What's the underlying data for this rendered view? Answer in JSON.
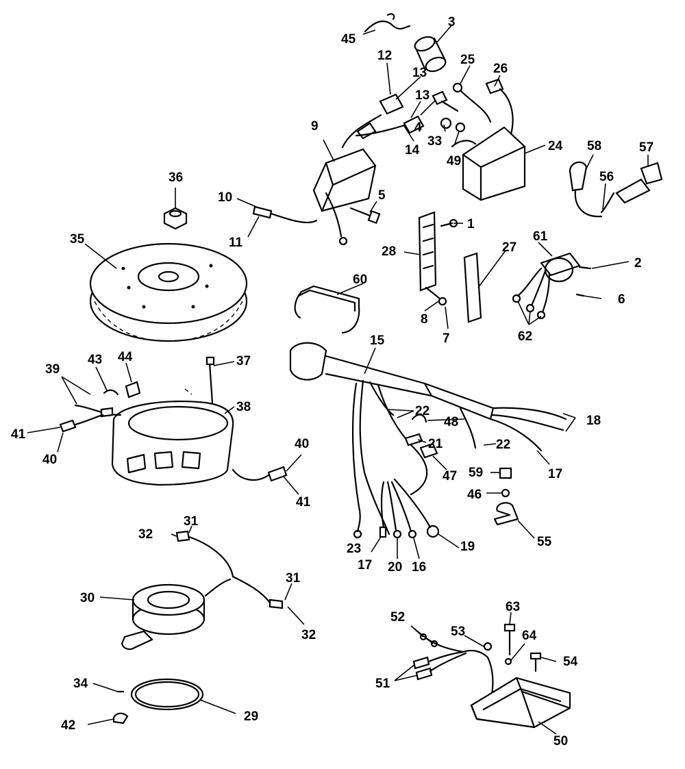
{
  "callouts": {
    "c1": "1",
    "c2": "2",
    "c3": "3",
    "c4": "4",
    "c5": "5",
    "c6": "6",
    "c7": "7",
    "c8": "8",
    "c9": "9",
    "c10a": "10",
    "c11": "11",
    "c12": "12",
    "c13a": "13",
    "c13b": "13",
    "c14": "14",
    "c15": "15",
    "c16": "16",
    "c17a": "17",
    "c17b": "17",
    "c18": "18",
    "c19": "19",
    "c20": "20",
    "c21": "21",
    "c22a": "22",
    "c22b": "22",
    "c23": "23",
    "c24": "24",
    "c25": "25",
    "c26": "26",
    "c27": "27",
    "c28": "28",
    "c29": "29",
    "c30": "30",
    "c31a": "31",
    "c31b": "31",
    "c32a": "32",
    "c32b": "32",
    "c33": "33",
    "c34": "34",
    "c35": "35",
    "c36": "36",
    "c37": "37",
    "c38": "38",
    "c39": "39",
    "c40a": "40",
    "c40b": "40",
    "c41a": "41",
    "c41b": "41",
    "c42": "42",
    "c43": "43",
    "c44": "44",
    "c45": "45",
    "c46": "46",
    "c47": "47",
    "c48": "48",
    "c49": "49",
    "c50": "50",
    "c51": "51",
    "c52": "52",
    "c53": "53",
    "c54": "54",
    "c55": "55",
    "c56": "56",
    "c57": "57",
    "c58": "58",
    "c59": "59",
    "c60": "60",
    "c61": "61",
    "c62": "62",
    "c63": "63",
    "c64": "64"
  }
}
